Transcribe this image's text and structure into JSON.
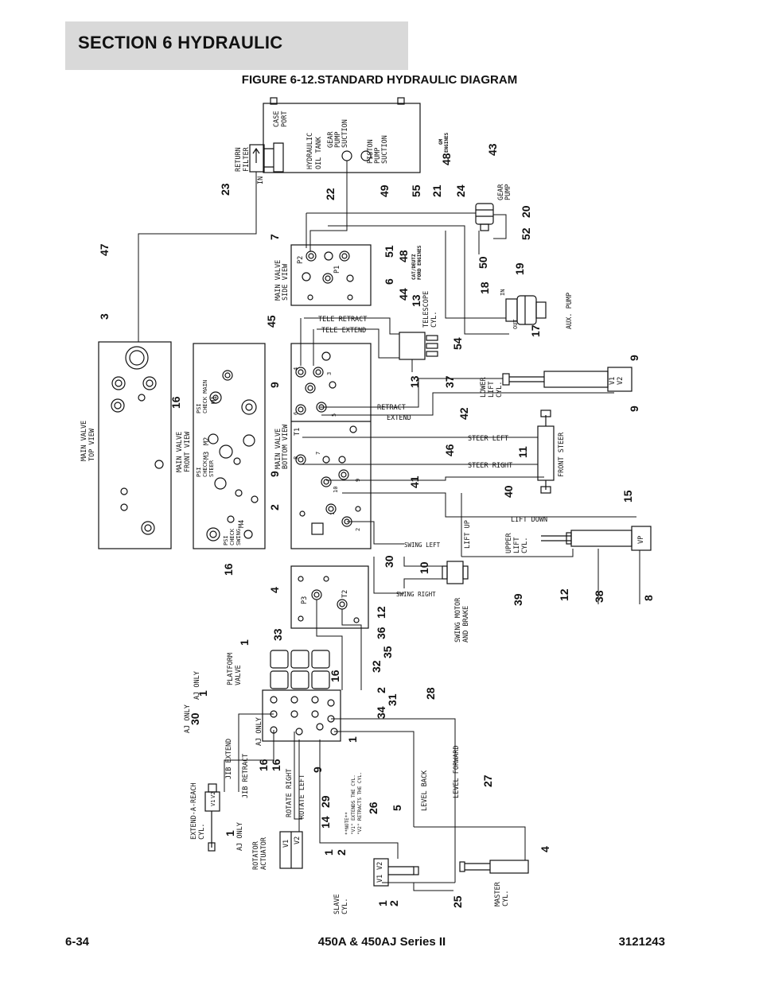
{
  "header": {
    "section": "SECTION 6   HYDRAULIC"
  },
  "figure": {
    "title": "FIGURE 6-12.STANDARD HYDRAULIC DIAGRAM"
  },
  "footer": {
    "page": "6-34",
    "model": "450A & 450AJ Series II",
    "doc": "3121243"
  },
  "labels": {
    "tank": [
      "HYDRAULIC",
      "OIL TANK"
    ],
    "case_port": [
      "CASE",
      "PORT"
    ],
    "return_filter": [
      "RETURN",
      "FILTER"
    ],
    "in": "IN",
    "gear_pump_suction": [
      "GEAR",
      "PUMP",
      "SUCTION"
    ],
    "piston_pump_suction": [
      "PISTON",
      "PUMP",
      "SUCTION"
    ],
    "gm_engines": [
      "GM",
      "ENGINES"
    ],
    "cat_ford_engines": [
      "CAT/DEUTZ",
      "FORD ENGINES"
    ],
    "gear_pump": [
      "GEAR",
      "PUMP"
    ],
    "main_valve_side": [
      "MAIN VALVE",
      "SIDE VIEW"
    ],
    "main_valve_top": [
      "MAIN VALVE",
      "TOP VIEW"
    ],
    "main_valve_front": [
      "MAIN VALVE",
      "FRONT VIEW"
    ],
    "main_valve_bottom": [
      "MAIN VALVE",
      "BOTTOM VIEW"
    ],
    "tele_retract": "TELE RETRACT",
    "tele_extend": "TELE EXTEND",
    "telescope_cyl": [
      "TELESCOPE",
      "CYL."
    ],
    "retract": "RETRACT",
    "extend": "EXTEND",
    "lower_lift_cyl": [
      "LOWER",
      "LIFT",
      "CYL."
    ],
    "steer_left": "STEER LEFT",
    "steer_right": "STEER RIGHT",
    "front_steer": "FRONT STEER",
    "lift_down": "LIFT DOWN",
    "lift_up": "LIFT UP",
    "upper_lift_cyl": [
      "UPPER",
      "LIFT",
      "CYL."
    ],
    "swing_left": "SWING LEFT",
    "swing_right": "SWING RIGHT",
    "swing_motor": [
      "SWING MOTOR",
      "AND BRAKE"
    ],
    "aux_pump": "AUX. PUMP",
    "platform_valve": [
      "PLATFORM",
      "VALVE"
    ],
    "aj_only": "AJ ONLY",
    "jib_extend": "JIB EXTEND",
    "jib_retract": "JIB RETRACT",
    "rotate_right": "ROTATE RIGHT",
    "rotate_left": "ROTATE LEFT",
    "rotator_actuator": [
      "ROTATOR",
      "ACTUATOR"
    ],
    "extend_a_reach": [
      "EXTEND-A-REACH",
      "CYL."
    ],
    "level_back": "LEVEL BACK",
    "level_forward": "LEVEL FORWARD",
    "slave_cyl": [
      "SLAVE",
      "CYL."
    ],
    "master_cyl": [
      "MASTER",
      "CYL."
    ],
    "note": [
      "**NOTE**",
      "\"V1\" EXTENDS THE CYL.",
      "\"V2\" RETRACTS THE CYL."
    ],
    "psi_check_main": [
      "PSI",
      "CHECK MAIN"
    ],
    "psi_check_steer": [
      "PSI",
      "CHECK",
      "STEER"
    ],
    "psi_check_swing": [
      "PSI",
      "CHECK",
      "SWING"
    ],
    "ports": {
      "p1": "P1",
      "p2": "P2",
      "p3": "P3",
      "t1": "T1",
      "t2": "T2",
      "m1": "M1",
      "m2": "M2",
      "m3": "M3",
      "m4": "M4",
      "v1": "V1",
      "v2": "V2",
      "vp": "VP",
      "out": "OUT",
      "n1": "1",
      "n2": "2",
      "n3": "3",
      "n4": "4",
      "n5": "5",
      "n6": "6",
      "n7": "7",
      "n8": "8",
      "n9": "9",
      "n10": "10"
    }
  },
  "callouts": {
    "c1": "1",
    "c2": "2",
    "c3": "3",
    "c4": "4",
    "c5": "5",
    "c6": "6",
    "c7": "7",
    "c8": "8",
    "c9": "9",
    "c10": "10",
    "c11": "11",
    "c12": "12",
    "c13": "13",
    "c14": "14",
    "c15": "15",
    "c16": "16",
    "c17": "17",
    "c18": "18",
    "c19": "19",
    "c20": "20",
    "c21": "21",
    "c22": "22",
    "c23": "23",
    "c24": "24",
    "c25": "25",
    "c26": "26",
    "c27": "27",
    "c28": "28",
    "c29": "29",
    "c30": "30",
    "c31": "31",
    "c32": "32",
    "c33": "33",
    "c34": "34",
    "c35": "35",
    "c36": "36",
    "c37": "37",
    "c38": "38",
    "c39": "39",
    "c40": "40",
    "c41": "41",
    "c42": "42",
    "c43": "43",
    "c44": "44",
    "c45": "45",
    "c46": "46",
    "c47": "47",
    "c48": "48",
    "c49": "49",
    "c50": "50",
    "c51": "51",
    "c52": "52",
    "c54": "54",
    "c55": "55"
  }
}
